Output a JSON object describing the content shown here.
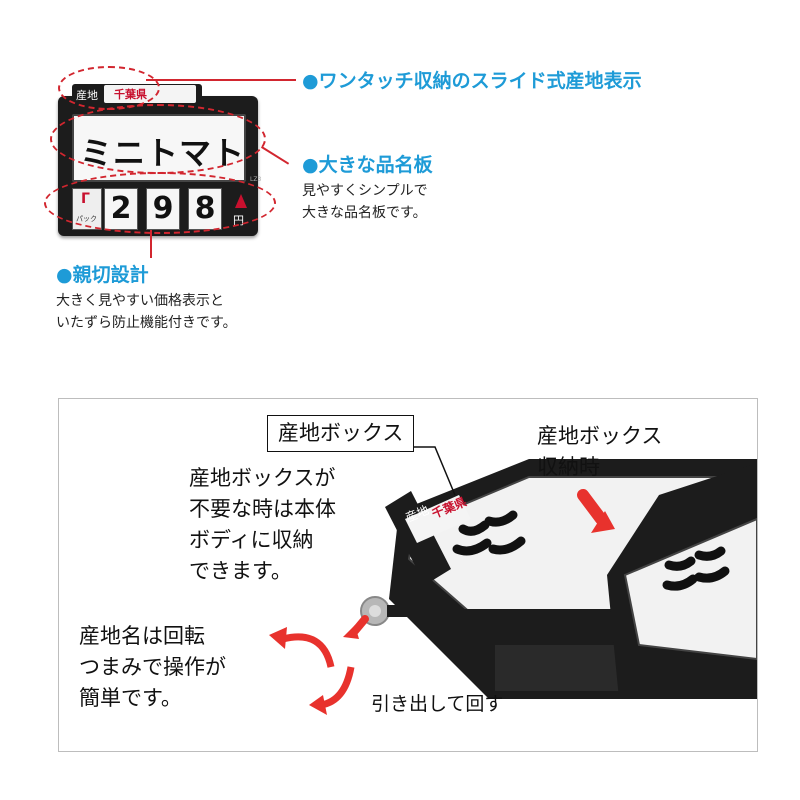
{
  "product": {
    "origin_label": "産地",
    "origin_pref": "千葉県",
    "name_plate": "ミニトマト",
    "pack_mark": "Γ",
    "pack_text": "パック",
    "digits": [
      "2",
      "9",
      "8"
    ],
    "yen": "円",
    "model_code": "LZ3"
  },
  "features": [
    {
      "title": "●ワンタッチ収納のスライド式産地表示",
      "lines": []
    },
    {
      "title": "●大きな品名板",
      "lines": [
        "見やすくシンプルで",
        "大きな品名板です。"
      ]
    },
    {
      "title": "●親切設計",
      "lines": [
        "大きく見やすい価格表示と",
        "いたずら防止機能付きです。"
      ]
    }
  ],
  "detail": {
    "box_label": "産地ボックス",
    "stow_lines": [
      "産地ボックスが",
      "不要な時は本体",
      "ボディに収納",
      "できます。"
    ],
    "knob_lines": [
      "産地名は回転",
      "つまみで操作が",
      "簡単です。"
    ],
    "pull_text": "引き出して回す",
    "stowed_lines": [
      "産地ボックス",
      "収納時"
    ],
    "origin_label": "産地",
    "origin_pref": "千葉県"
  },
  "colors": {
    "accent_blue": "#1e9bd7",
    "highlight_red": "#d2262f",
    "device_black": "#1c1c1c"
  }
}
